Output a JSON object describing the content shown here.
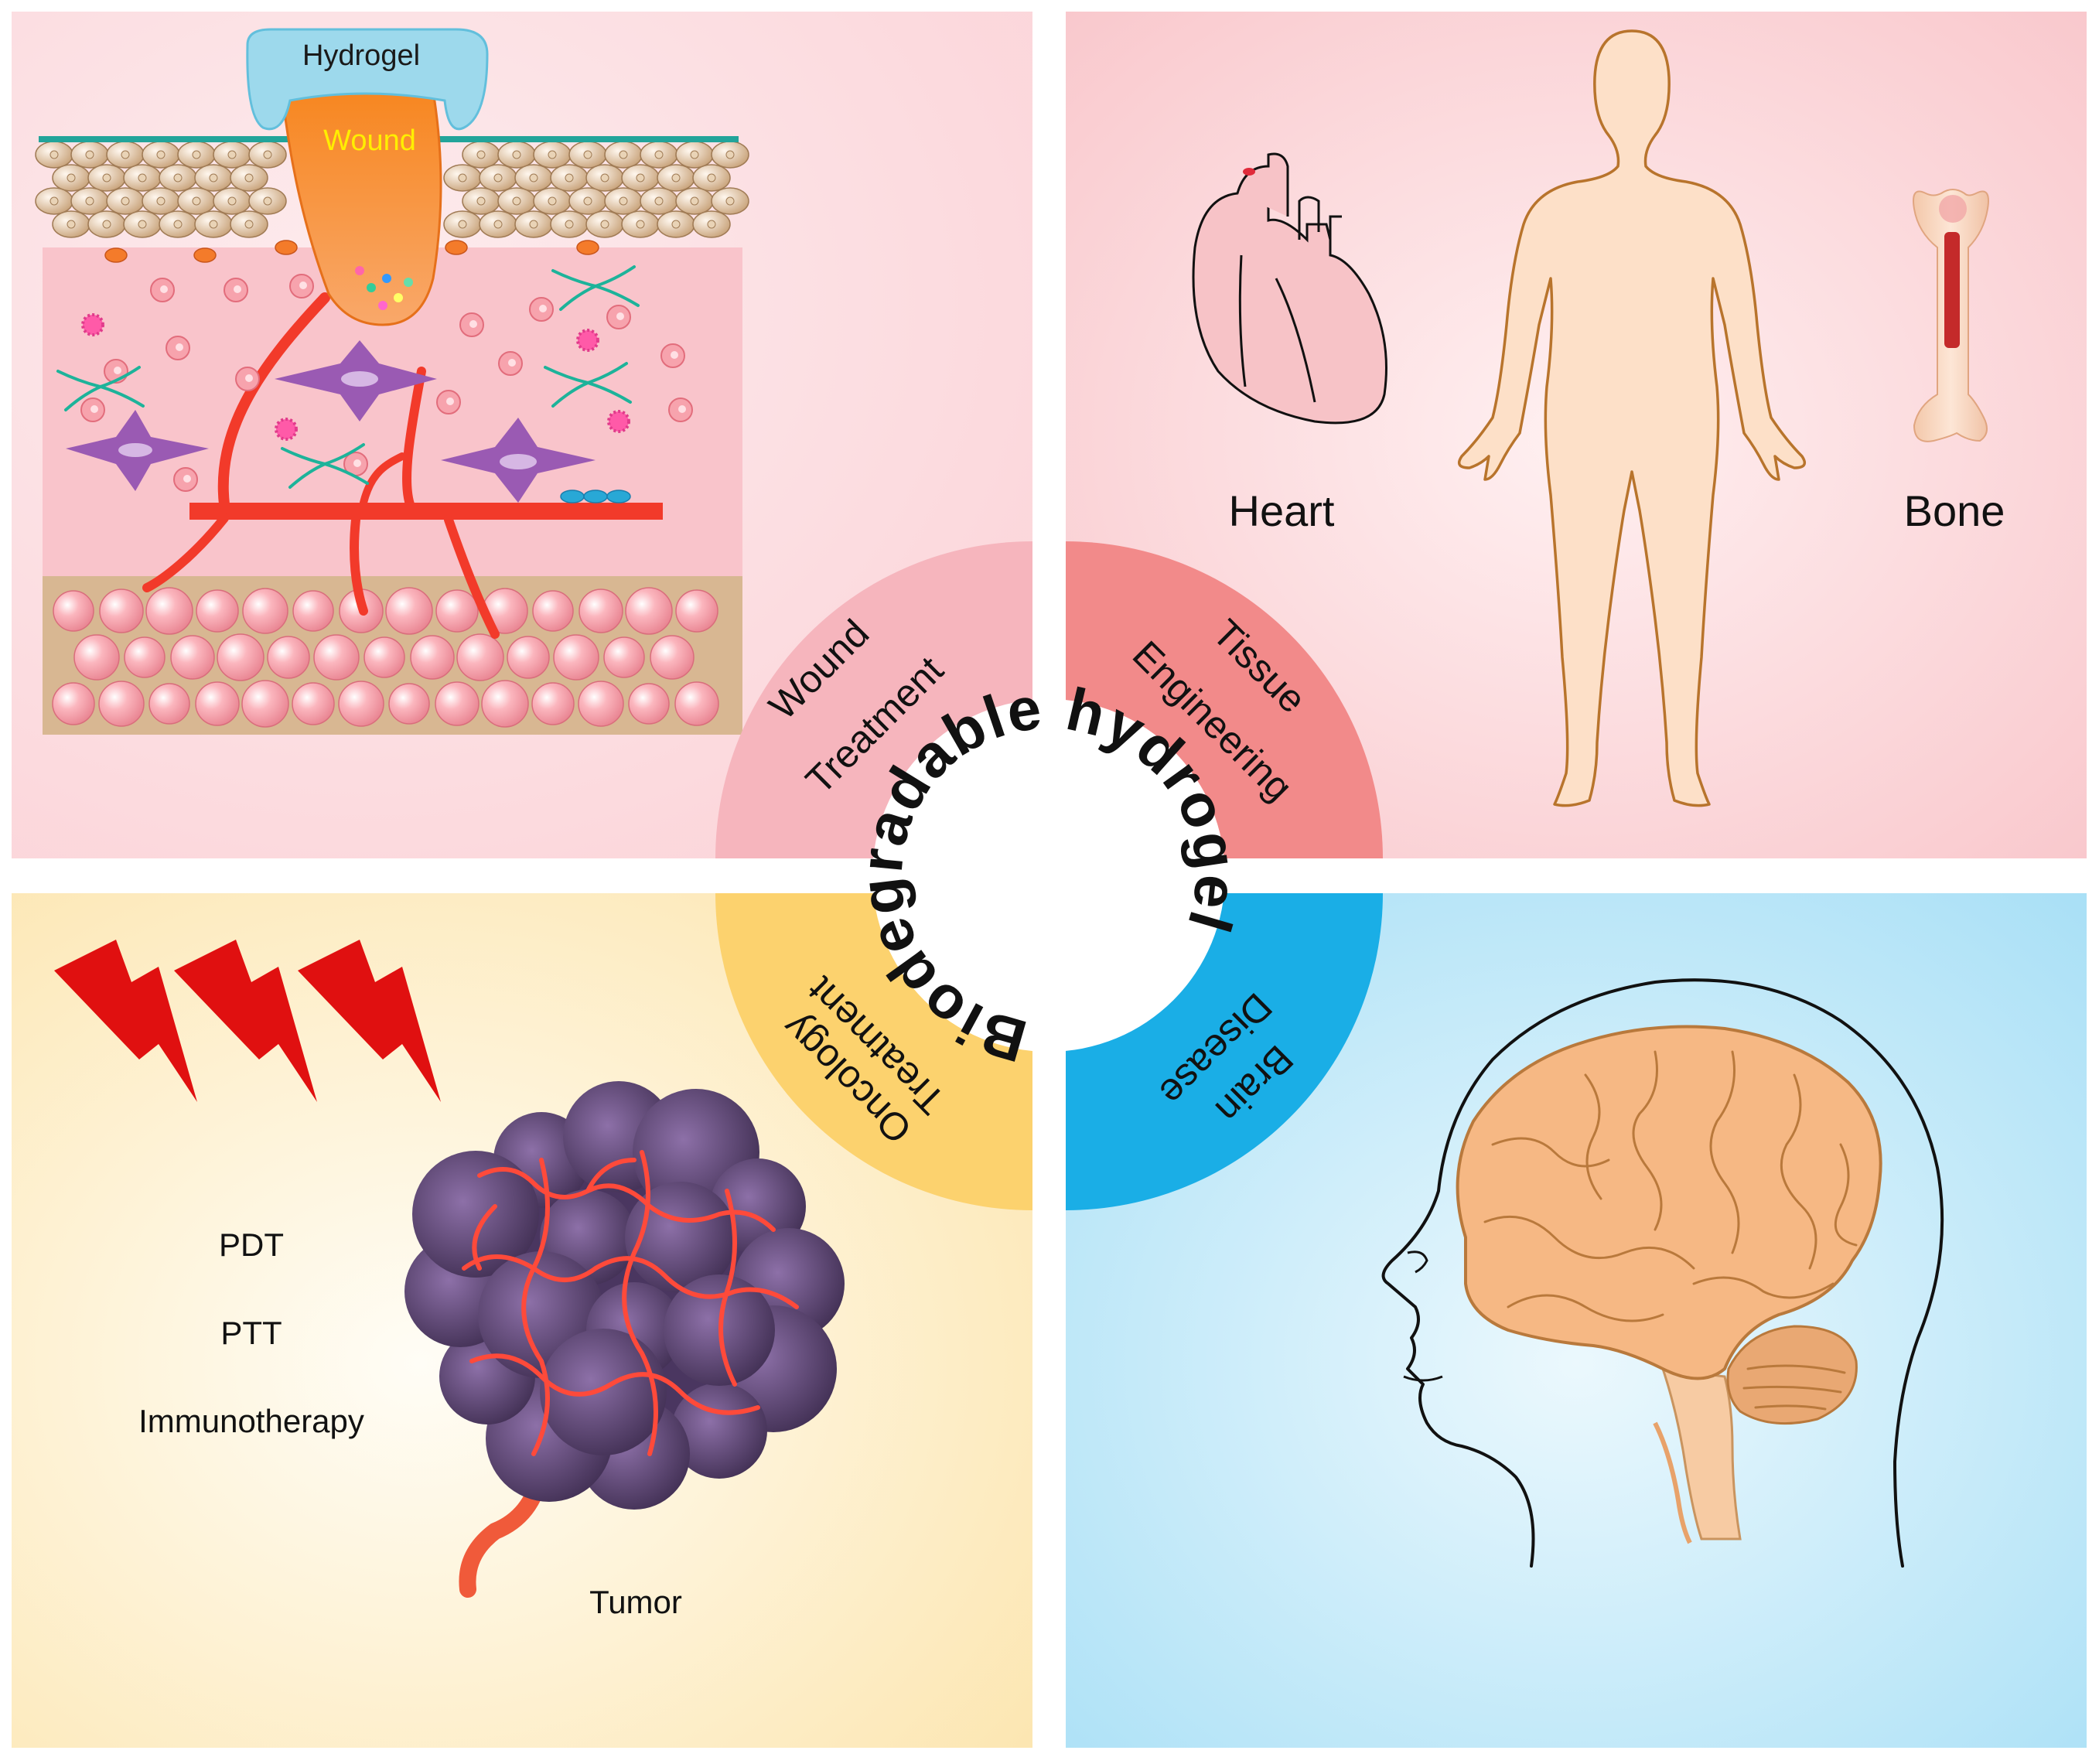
{
  "center_title": "Biodegradable hydrogel",
  "sectors": {
    "wound": {
      "line1": "Wound",
      "line2": "Treatment",
      "color": "#f6b5bd"
    },
    "tissue": {
      "line1": "Tissue",
      "line2": "Engineering",
      "color": "#f28a8a"
    },
    "oncology": {
      "line1": "Oncology",
      "line2": "Treatment",
      "color": "#fcd26e"
    },
    "brain": {
      "line1": "Brain",
      "line2": "Disease",
      "color": "#1aaee6"
    }
  },
  "wound_panel": {
    "hydrogel_label": "Hydrogel",
    "wound_label": "Wound"
  },
  "tissue_panel": {
    "heart_label": "Heart",
    "bone_label": "Bone"
  },
  "oncology_panel": {
    "therapies": [
      "PDT",
      "PTT",
      "Immunotherapy"
    ],
    "tumor_label": "Tumor"
  },
  "brain_panel": {},
  "colors": {
    "wound_bg": "#fbdde0",
    "tissue_bg": "#fbd3d6",
    "oncology_bg": "#fde8b5",
    "brain_bg": "#c9ebf8",
    "blood_vessel": "#f23a2a",
    "lightning": "#e01010"
  }
}
